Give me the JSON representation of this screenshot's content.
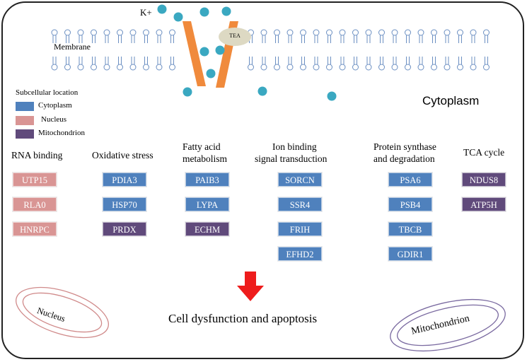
{
  "labels": {
    "k_plus": "K+",
    "membrane": "Membrane",
    "tea": "TEA",
    "cytoplasm": "Cytoplasm",
    "nucleus": "Nucleus",
    "mitochondrion": "Mitochondrion",
    "outcome": "Cell dysfunction and apoptosis"
  },
  "legend": {
    "title": "Subcellular location",
    "items": [
      {
        "label": "Cytoplasm",
        "color": "#4f81bd"
      },
      {
        "label": "Nucleus",
        "color": "#d99594"
      },
      {
        "label": "Mitochondrion",
        "color": "#604a7b"
      }
    ]
  },
  "categories": [
    {
      "title": "RNA binding",
      "proteins": [
        {
          "name": "UTP15",
          "location": "nucleus"
        },
        {
          "name": "RLA0",
          "location": "nucleus"
        },
        {
          "name": "HNRPC",
          "location": "nucleus"
        }
      ]
    },
    {
      "title": "Oxidative stress",
      "proteins": [
        {
          "name": "PDIA3",
          "location": "cytoplasm"
        },
        {
          "name": "HSP70",
          "location": "cytoplasm"
        },
        {
          "name": "PRDX",
          "location": "mitochondrion"
        }
      ]
    },
    {
      "title_line1": "Fatty acid",
      "title_line2": "metabolism",
      "proteins": [
        {
          "name": "PAIB3",
          "location": "cytoplasm"
        },
        {
          "name": "LYPA",
          "location": "cytoplasm"
        },
        {
          "name": "ECHM",
          "location": "mitochondrion"
        }
      ]
    },
    {
      "title_line1": "Ion binding",
      "title_line2": "signal transduction",
      "proteins": [
        {
          "name": "SORCN",
          "location": "cytoplasm"
        },
        {
          "name": "SSR4",
          "location": "cytoplasm"
        },
        {
          "name": "FRIH",
          "location": "cytoplasm"
        },
        {
          "name": "EFHD2",
          "location": "cytoplasm"
        }
      ]
    },
    {
      "title_line1": "Protein synthase",
      "title_line2": "and degradation",
      "proteins": [
        {
          "name": "PSA6",
          "location": "cytoplasm"
        },
        {
          "name": "PSB4",
          "location": "cytoplasm"
        },
        {
          "name": "TBCB",
          "location": "cytoplasm"
        },
        {
          "name": "GDIR1",
          "location": "cytoplasm"
        }
      ]
    },
    {
      "title": "TCA cycle",
      "proteins": [
        {
          "name": "NDUS8",
          "location": "mitochondrion"
        },
        {
          "name": "ATP5H",
          "location": "mitochondrion"
        }
      ]
    }
  ],
  "colors": {
    "cytoplasm": "#4f81bd",
    "nucleus": "#d99594",
    "mitochondrion": "#604a7b",
    "channel": "#f08a3c",
    "ion": "#3aa8c1",
    "arrow": "#ee1c1c",
    "organelle_outline": "#d08a8a",
    "mito_outline": "#7a6aa0"
  }
}
